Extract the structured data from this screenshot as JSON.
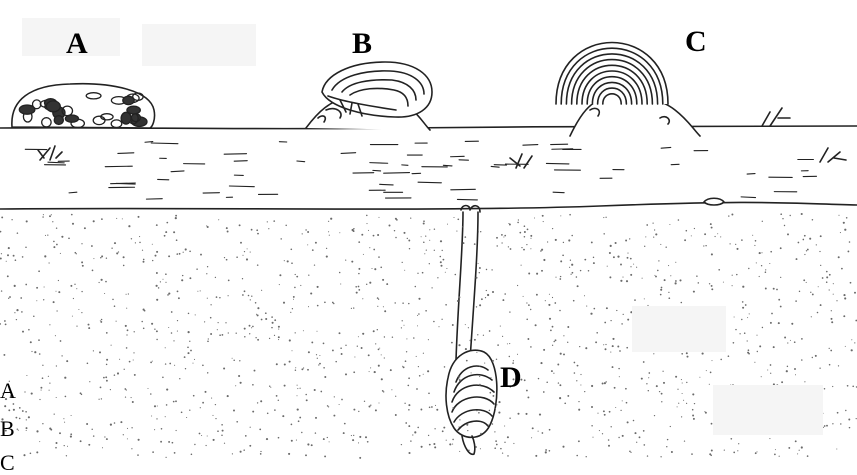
{
  "labels": {
    "a": "A",
    "b": "B",
    "c": "C",
    "d": "D"
  },
  "side_labels": [
    "A",
    "B",
    "C"
  ],
  "colors": {
    "line": "#222222",
    "background": "#ffffff",
    "stipple": "#6a6a6a",
    "mask": "#f5f5f5"
  }
}
